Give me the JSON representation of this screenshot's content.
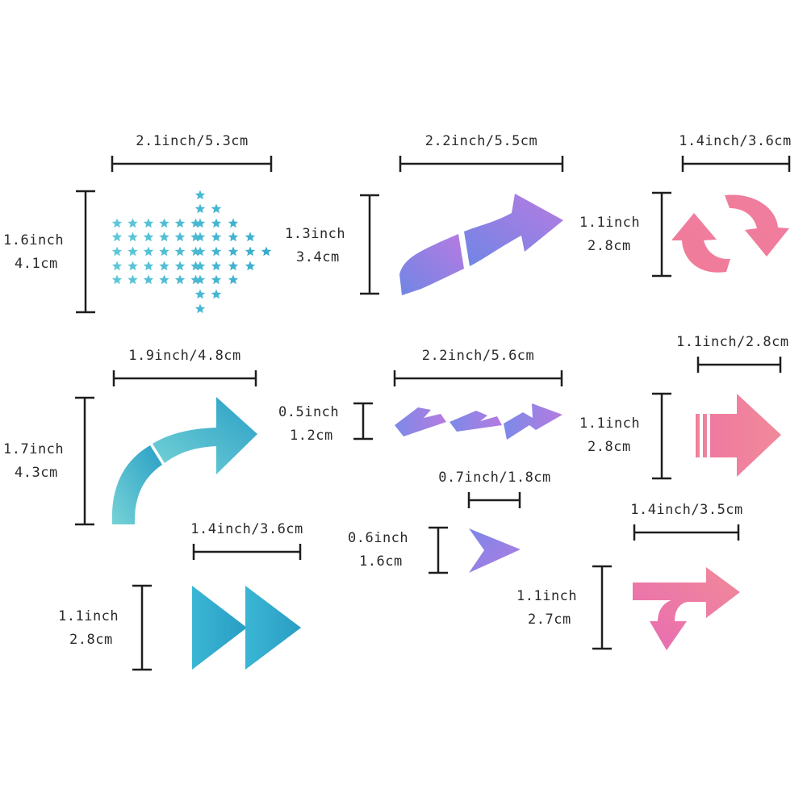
{
  "colors": {
    "teal_light": "#6dd0d6",
    "teal_dark": "#2a9fc6",
    "blue": "#2faed0",
    "indigo": "#7a88e8",
    "violet": "#b57ae0",
    "pink": "#f07a9a",
    "coral": "#f08aa0",
    "magenta": "#e86ab8",
    "dimension_line": "#1e1e1e"
  },
  "stickers": [
    {
      "id": "star-arrow",
      "icon": "star-pattern-arrow-icon",
      "width_label": "2.1inch/5.3cm",
      "height_inch": "1.6inch",
      "height_cm": "4.1cm"
    },
    {
      "id": "curved-wave-arrow",
      "icon": "wavy-arrow-icon",
      "width_label": "2.2inch/5.5cm",
      "height_inch": "1.3inch",
      "height_cm": "3.4cm"
    },
    {
      "id": "refresh-arrows",
      "icon": "refresh-arrows-icon",
      "width_label": "1.4inch/3.6cm",
      "height_inch": "1.1inch",
      "height_cm": "2.8cm"
    },
    {
      "id": "curved-arrow",
      "icon": "curved-arrow-icon",
      "width_label": "1.9inch/4.8cm",
      "height_inch": "1.7inch",
      "height_cm": "4.3cm"
    },
    {
      "id": "zigzag-arrow",
      "icon": "zigzag-arrow-icon",
      "width_label": "2.2inch/5.6cm",
      "height_inch": "0.5inch",
      "height_cm": "1.2cm"
    },
    {
      "id": "striped-arrow",
      "icon": "striped-arrow-icon",
      "width_label": "1.1inch/2.8cm",
      "height_inch": "1.1inch",
      "height_cm": "2.8cm"
    },
    {
      "id": "chevron-arrow",
      "icon": "chevron-arrowhead-icon",
      "width_label": "0.7inch/1.8cm",
      "height_inch": "0.6inch",
      "height_cm": "1.6cm"
    },
    {
      "id": "fast-forward",
      "icon": "fast-forward-icon",
      "width_label": "1.4inch/3.6cm",
      "height_inch": "1.1inch",
      "height_cm": "2.8cm"
    },
    {
      "id": "split-arrow",
      "icon": "split-arrow-icon",
      "width_label": "1.4inch/3.5cm",
      "height_inch": "1.1inch",
      "height_cm": "2.7cm"
    }
  ]
}
